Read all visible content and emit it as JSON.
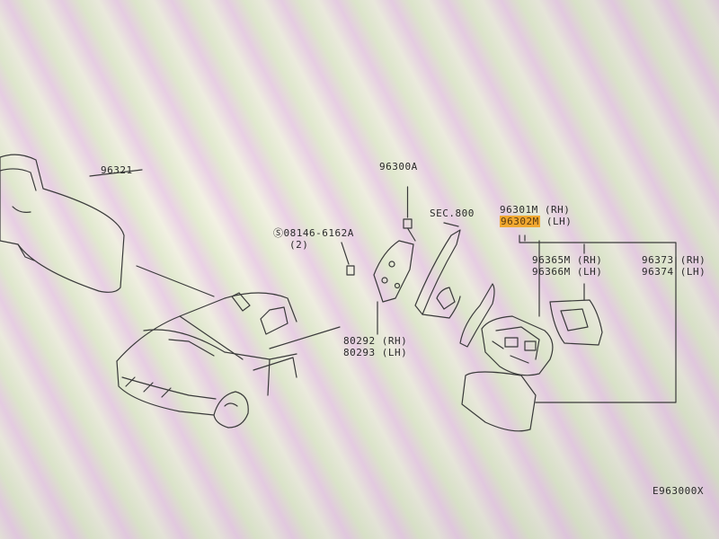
{
  "parts": {
    "inside_mirror": "96321",
    "screw": "96300A",
    "section_ref": "SEC.800",
    "mirror_rh": "96301M (RH)",
    "mirror_lh_no": "96302M",
    "mirror_lh_side": " (LH)",
    "bolt": "Ⓢ08146-6162A",
    "bolt_qty": "(2)",
    "glass_rh": "96365M (RH)",
    "glass_lh": "96366M (LH)",
    "cover_rh": "96373 (RH)",
    "cover_lh": "96374 (LH)",
    "finisher_rh": "80292 (RH)",
    "finisher_lh": "80293 (LH)"
  },
  "diagram_code": "E963000X",
  "highlight_color": "#f0a830"
}
